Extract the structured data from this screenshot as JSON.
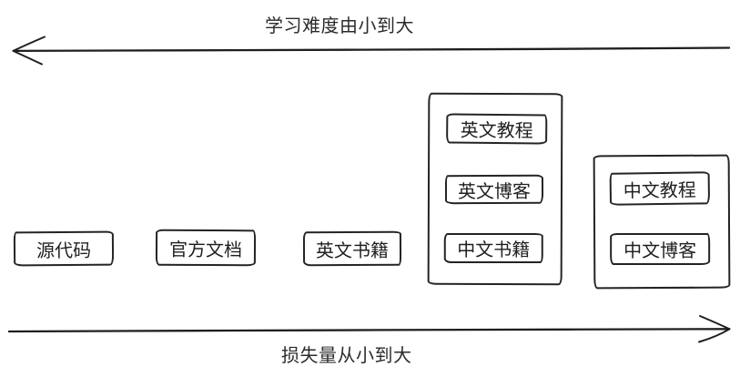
{
  "canvas": {
    "background": "#ffffff",
    "ink": "#222222"
  },
  "axes": {
    "difficulty": {
      "label": "学习难度由小到大",
      "direction": "left"
    },
    "loss": {
      "label": "损失量从小到大",
      "direction": "right"
    }
  },
  "standalone_items": [
    {
      "label": "源代码"
    },
    {
      "label": "官方文档"
    },
    {
      "label": "英文书籍"
    }
  ],
  "groups": [
    {
      "name": "mixed-language-resources",
      "items": [
        {
          "label": "英文教程"
        },
        {
          "label": "英文博客"
        },
        {
          "label": "中文书籍"
        }
      ]
    },
    {
      "name": "chinese-resources",
      "items": [
        {
          "label": "中文教程"
        },
        {
          "label": "中文博客"
        }
      ]
    }
  ]
}
